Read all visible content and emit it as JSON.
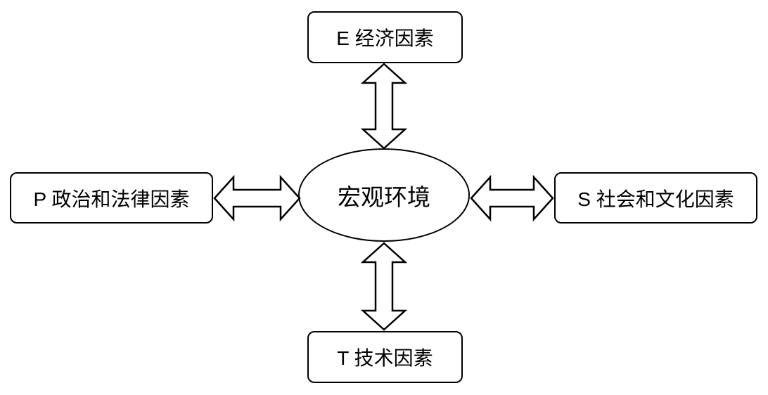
{
  "diagram": {
    "type": "pest-analysis",
    "center": {
      "label": "宏观环境"
    },
    "nodes": {
      "top": {
        "letter": "E",
        "label": "E 经济因素"
      },
      "left": {
        "letter": "P",
        "label": "P 政治和法律因素"
      },
      "right": {
        "letter": "S",
        "label": "S 社会和文化因素"
      },
      "bottom": {
        "letter": "T",
        "label": "T 技术因素"
      }
    },
    "connectors": [
      {
        "from": "center",
        "to": "top",
        "style": "double-headed-block-arrow"
      },
      {
        "from": "center",
        "to": "left",
        "style": "double-headed-block-arrow"
      },
      {
        "from": "center",
        "to": "right",
        "style": "double-headed-block-arrow"
      },
      {
        "from": "center",
        "to": "bottom",
        "style": "double-headed-block-arrow"
      }
    ],
    "colors": {
      "stroke": "#000000",
      "fill": "#ffffff",
      "text": "#000000",
      "background": "#ffffff"
    }
  }
}
